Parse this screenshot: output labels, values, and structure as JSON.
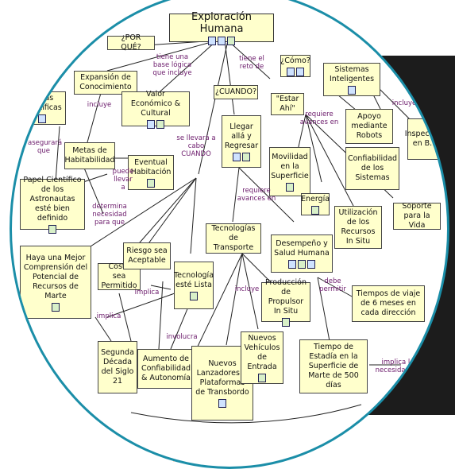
{
  "title": "Exploración Humana",
  "nodes": {
    "por_que": "¿POR QUÉ?",
    "expansion": "Expansión de Conocimiento",
    "valor": "Valor Económico & Cultural",
    "cuando": "¿CUANDO?",
    "como": "¿Cómo?",
    "estar_ahi": "\"Estar Ahí\"",
    "sistemas_int": "Sistemas Inteligentes",
    "cientificas": "Metas Científicas",
    "metas_hab": "Metas de Habitabilidad",
    "eventual": "Eventual Habitación",
    "llegar": "Llegar allá y Regresar",
    "apoyo": "Apoyo mediante Robots",
    "insp": "Inspección en B...",
    "movilidad": "Movilidad en la Superficie",
    "confiab_sis": "Confiabilidad de los Sistemas",
    "papel": "Papel Científico de los Astronautas esté bien definido",
    "energia": "Energía",
    "utilizacion": "Utilización de los Recursos In Situ",
    "soporte": "Soporte para la Vida",
    "tec_transporte": "Tecnologías de Transporte",
    "desempeno": "Desempeño y Salud Humana",
    "mejor_comp": "Haya una Mejor Comprensión del Potencial de Recursos de Marte",
    "costo": "Costo sea Permitido",
    "riesgo": "Riesgo sea Aceptable",
    "tec_lista": "Tecnología esté Lista",
    "produccion": "Producción de Propulsor In Situ",
    "tiempos": "Tiempos de viaje de 6 meses en cada dirección",
    "segunda": "Segunda Década del Siglo 21",
    "aumento": "Aumento de Confiabilidad & Autonomía",
    "lanzadores": "Nuevos Lanzadores & Plataformas de Transbordo",
    "vehiculos": "Nuevos Vehículos de Entrada",
    "estadia": "Tiempo de Estadía en la Superficie de Marte de 500 días"
  },
  "labels": {
    "tiene_base": "tiene una base lógica que incluye",
    "tiene_reto": "tiene el reto de",
    "incluye1": "incluye",
    "asegurara": "asegurará que",
    "se_llevara": "se llevará a cabo CUANDO",
    "requiere_avances_en": "requiere avances en",
    "incluye2": "incluye",
    "puede_llevar": "puede llevar a",
    "determina": "determina necesidad para que",
    "requiere_avances_en2": "requiere avances en",
    "implica1": "implica",
    "implica2": "implica",
    "involucra": "involucra",
    "incluye3": "incluye",
    "debe_permitir": "debe permitir",
    "implica_nec": "implica la necesidad de"
  }
}
